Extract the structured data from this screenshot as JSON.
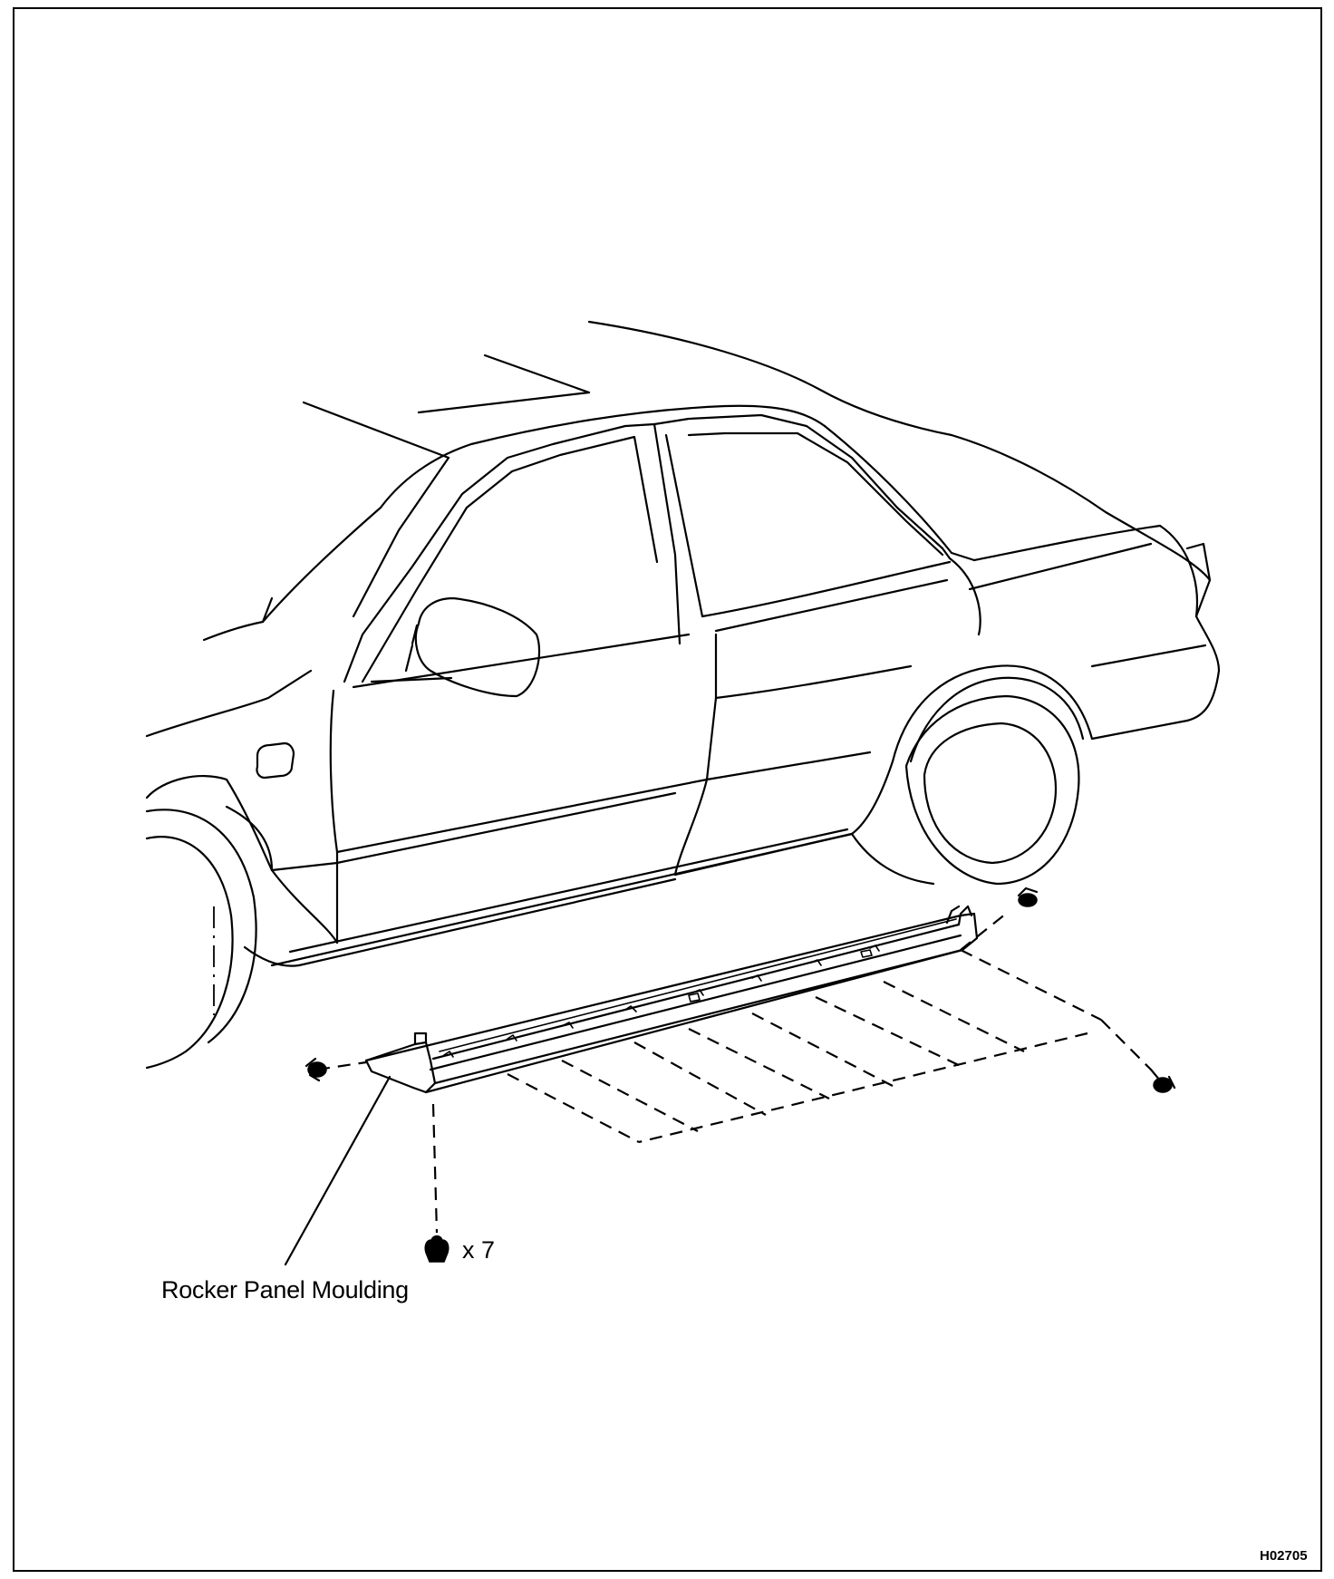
{
  "callouts": {
    "rocker_panel": "Rocker Panel Moulding",
    "clip_count": "x 7"
  },
  "figure_id": "H02705",
  "colors": {
    "line": "#000000",
    "background": "#ffffff"
  }
}
